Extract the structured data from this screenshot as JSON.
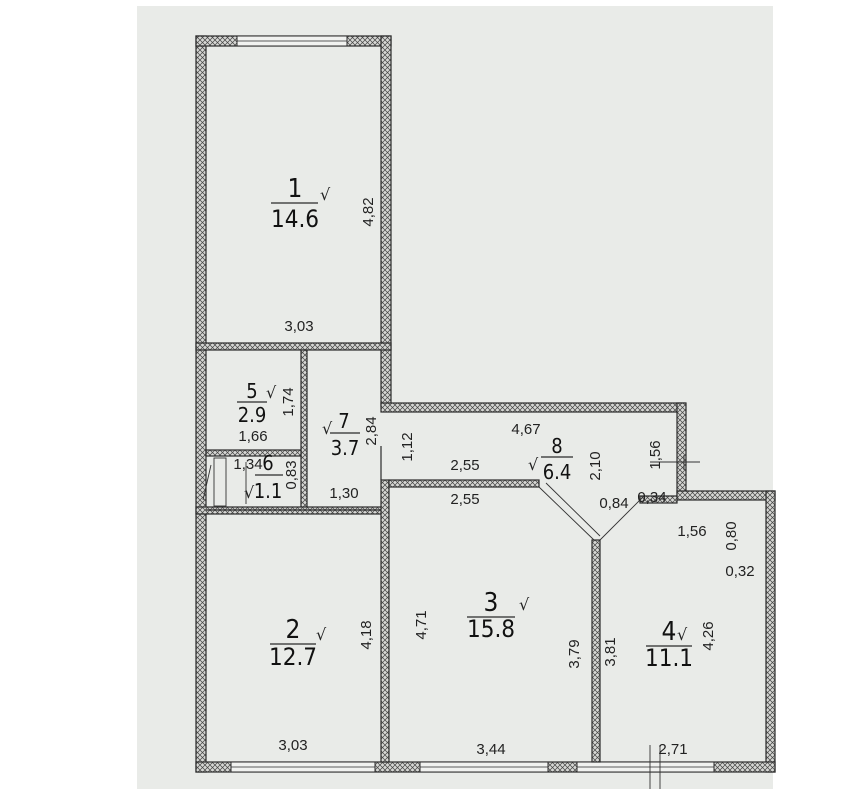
{
  "rooms": [
    {
      "number": "1",
      "area": "14.6"
    },
    {
      "number": "2",
      "area": "12.7"
    },
    {
      "number": "3",
      "area": "15.8"
    },
    {
      "number": "4",
      "area": "11.1"
    },
    {
      "number": "5",
      "area": "2.9"
    },
    {
      "number": "6",
      "area": "1.1"
    },
    {
      "number": "7",
      "area": "3.7"
    },
    {
      "number": "8",
      "area": "6.4"
    }
  ],
  "check_mark": "√",
  "dimensions": {
    "r1_width": "3,03",
    "r1_height": "4,82",
    "r5_width": "1,66",
    "r5_height": "1,74",
    "r6_width": "1,34",
    "r6_height": "0,83",
    "r7_height": "2,84",
    "r7_width": "1,30",
    "corridor_left": "1,12",
    "corridor_top": "4,67",
    "corridor_mid": "2,55",
    "corridor_low": "2,55",
    "r8_height": "2,10",
    "r8_right": "1,56",
    "r8_step": "0,84",
    "r8_gap": "0,34",
    "r4_top": "1,56",
    "r4_notch_h": "0,80",
    "r4_notch_w": "0,32",
    "r4_height": "4,26",
    "r4_left": "3,81",
    "r3_inner": "3,79",
    "r3_height": "4,71",
    "r2_height": "4,18",
    "r2_width": "3,03",
    "r3_width": "3,44",
    "r4_width": "2,71"
  }
}
